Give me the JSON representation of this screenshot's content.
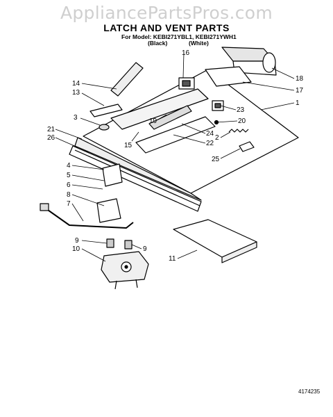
{
  "watermark": "AppliancePartsPros.com",
  "title": "LATCH AND VENT PARTS",
  "model_line": "For Model: KEBI271YBL1, KEBI271YWH1",
  "black_label": "(Black)",
  "white_label": "(White)",
  "doc_number": "4174235",
  "callouts": [
    "16",
    "14",
    "13",
    "3",
    "21",
    "26",
    "4",
    "5",
    "6",
    "8",
    "7",
    "9",
    "10",
    "9",
    "11",
    "15",
    "19",
    "22",
    "24",
    "23",
    "20",
    "2",
    "25",
    "18",
    "17",
    "1"
  ]
}
